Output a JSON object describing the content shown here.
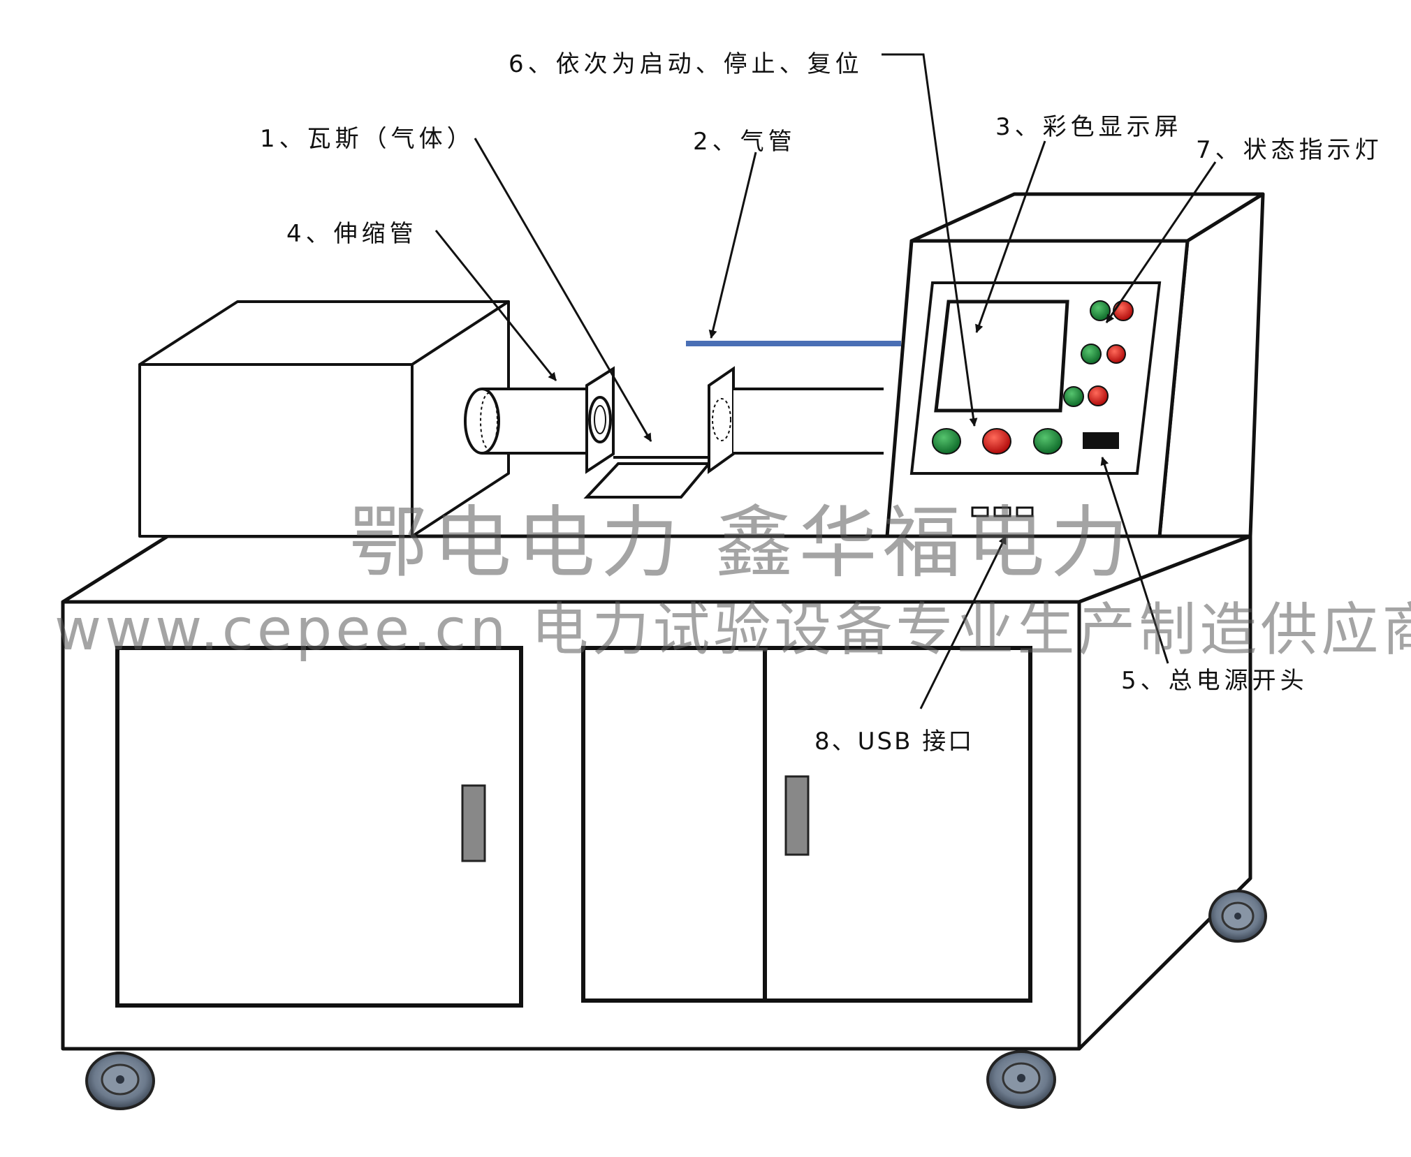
{
  "labels": {
    "gas": "1、瓦斯（气体）",
    "air_pipe": "2、气管",
    "display": "3、彩色显示屏",
    "bellows": "4、伸缩管",
    "power_switch": "5、总电源开头",
    "buttons": "6、依次为启动、停止、复位",
    "indicators": "7、状态指示灯",
    "usb": "8、USB 接口"
  },
  "watermark": {
    "line1": "鄂电电力 鑫华福电力",
    "line2": "www.cepee.cn 电力试验设备专业生产制造供应商"
  },
  "colors": {
    "outline": "#111111",
    "air_pipe": "#4a6fb5",
    "green_light": "#1e8a3c",
    "red_light": "#d21a1a",
    "handle": "#888888",
    "wheel": "#6c7a8c",
    "watermark": "#777777"
  }
}
